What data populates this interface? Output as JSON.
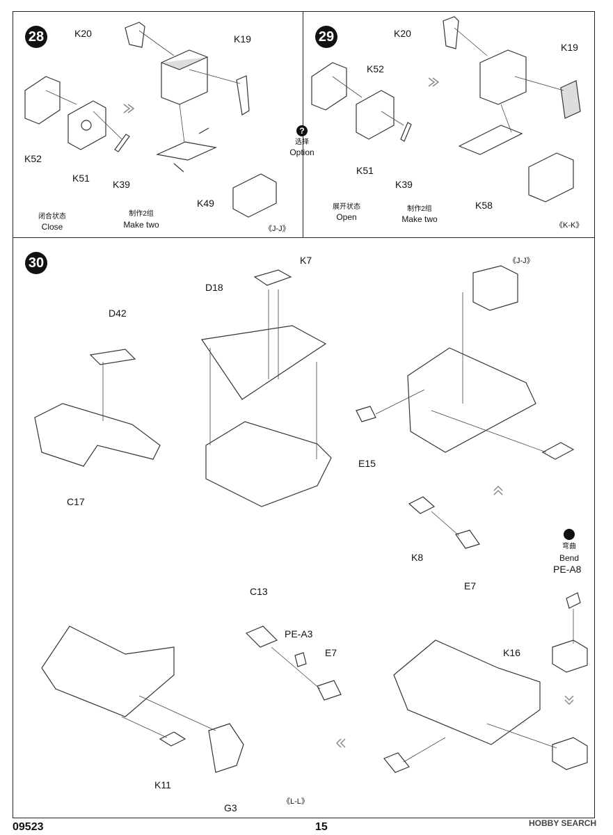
{
  "page": {
    "code": "09523",
    "number": "15",
    "watermark": "HOBBY SEARCH"
  },
  "step28": {
    "number": "28",
    "parts": [
      "K20",
      "K19",
      "K52",
      "K51",
      "K39",
      "K49"
    ],
    "state_cn": "闭合状态",
    "state_en": "Close",
    "make_cn": "制作2组",
    "make_en": "Make two",
    "view": "《J-J》"
  },
  "option": {
    "icon": "?",
    "cn": "选择",
    "en": "Option"
  },
  "step29": {
    "number": "29",
    "parts": [
      "K20",
      "K19",
      "K52",
      "K51",
      "K39",
      "K58"
    ],
    "state_cn": "展开状态",
    "state_en": "Open",
    "make_cn": "制作2组",
    "make_en": "Make two",
    "view": "《K-K》"
  },
  "step30": {
    "number": "30",
    "parts": [
      "K7",
      "D18",
      "D42",
      "C17",
      "E15",
      "K8",
      "E7",
      "PE-A8",
      "K16",
      "C13",
      "PE-A3",
      "E7",
      "K11",
      "G3"
    ],
    "view_top": "《J-J》",
    "view_bottom": "《L-L》",
    "bend_cn": "弯曲",
    "bend_en": "Bend"
  }
}
